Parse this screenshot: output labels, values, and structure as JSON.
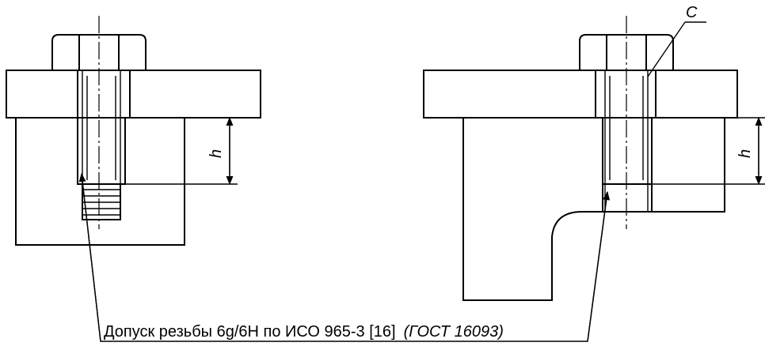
{
  "caption": {
    "prefix": "Допуск резьбы 6g/6H по ИСО 965-3 [16]",
    "suffix": "(ГОСТ 16093)"
  },
  "labels": {
    "h_left": "h",
    "h_right": "h",
    "c_right": "C"
  }
}
